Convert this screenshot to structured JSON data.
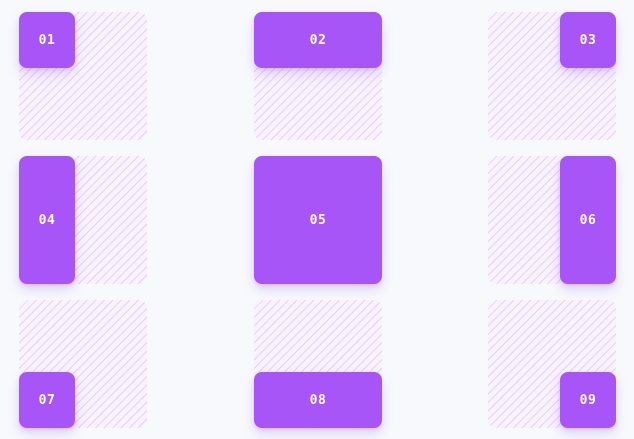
{
  "theme": {
    "accent": "#a855f7",
    "background": "#f8f9fd",
    "cell_pattern": "#f3e8ff"
  },
  "items": [
    {
      "label": "01"
    },
    {
      "label": "02"
    },
    {
      "label": "03"
    },
    {
      "label": "04"
    },
    {
      "label": "05"
    },
    {
      "label": "06"
    },
    {
      "label": "07"
    },
    {
      "label": "08"
    },
    {
      "label": "09"
    }
  ]
}
